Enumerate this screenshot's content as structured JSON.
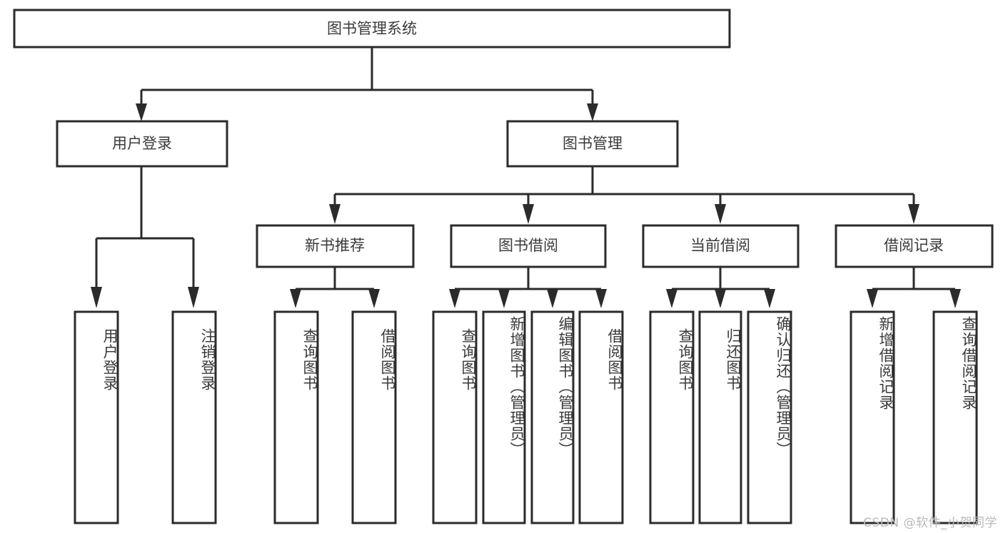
{
  "diagram": {
    "type": "tree-hierarchy-chart",
    "title": "图书管理系统",
    "watermark": "CSDN @软件_小贺同学",
    "colors": {
      "stroke": "#2b2b2b",
      "box_fill": "#ffffff",
      "text": "#3a3a3a",
      "background": "#ffffff",
      "watermark": "#b9b9b9"
    },
    "levels": {
      "root": {
        "label": "图书管理系统"
      },
      "level2": [
        {
          "id": "user-login",
          "label": "用户登录"
        },
        {
          "id": "book-management",
          "label": "图书管理"
        }
      ],
      "level3": [
        {
          "id": "new-book-recommend",
          "label": "新书推荐",
          "parent": "book-management"
        },
        {
          "id": "book-borrow",
          "label": "图书借阅",
          "parent": "book-management"
        },
        {
          "id": "current-borrow",
          "label": "当前借阅",
          "parent": "book-management"
        },
        {
          "id": "borrow-record",
          "label": "借阅记录",
          "parent": "book-management"
        }
      ],
      "leaves": [
        {
          "id": "leaf-user-login",
          "label": "用户登录",
          "parent": "user-login"
        },
        {
          "id": "leaf-logout-login",
          "label": "注销登录",
          "parent": "user-login"
        },
        {
          "id": "leaf-query-book-1",
          "label": "查询图书",
          "parent": "new-book-recommend"
        },
        {
          "id": "leaf-borrow-book-1",
          "label": "借阅图书",
          "parent": "new-book-recommend"
        },
        {
          "id": "leaf-query-book-2",
          "label": "查询图书",
          "parent": "book-borrow"
        },
        {
          "id": "leaf-add-book",
          "label": "新增图书（管理员）",
          "parent": "book-borrow"
        },
        {
          "id": "leaf-edit-book",
          "label": "编辑图书（管理员）",
          "parent": "book-borrow"
        },
        {
          "id": "leaf-borrow-book-2",
          "label": "借阅图书",
          "parent": "book-borrow"
        },
        {
          "id": "leaf-query-book-3",
          "label": "查询图书",
          "parent": "current-borrow"
        },
        {
          "id": "leaf-return-book",
          "label": "归还图书",
          "parent": "current-borrow"
        },
        {
          "id": "leaf-confirm-return",
          "label": "确认归还（管理员）",
          "parent": "current-borrow"
        },
        {
          "id": "leaf-add-record",
          "label": "新增借阅记录",
          "parent": "borrow-record"
        },
        {
          "id": "leaf-query-record",
          "label": "查询借阅记录",
          "parent": "borrow-record"
        }
      ]
    }
  }
}
